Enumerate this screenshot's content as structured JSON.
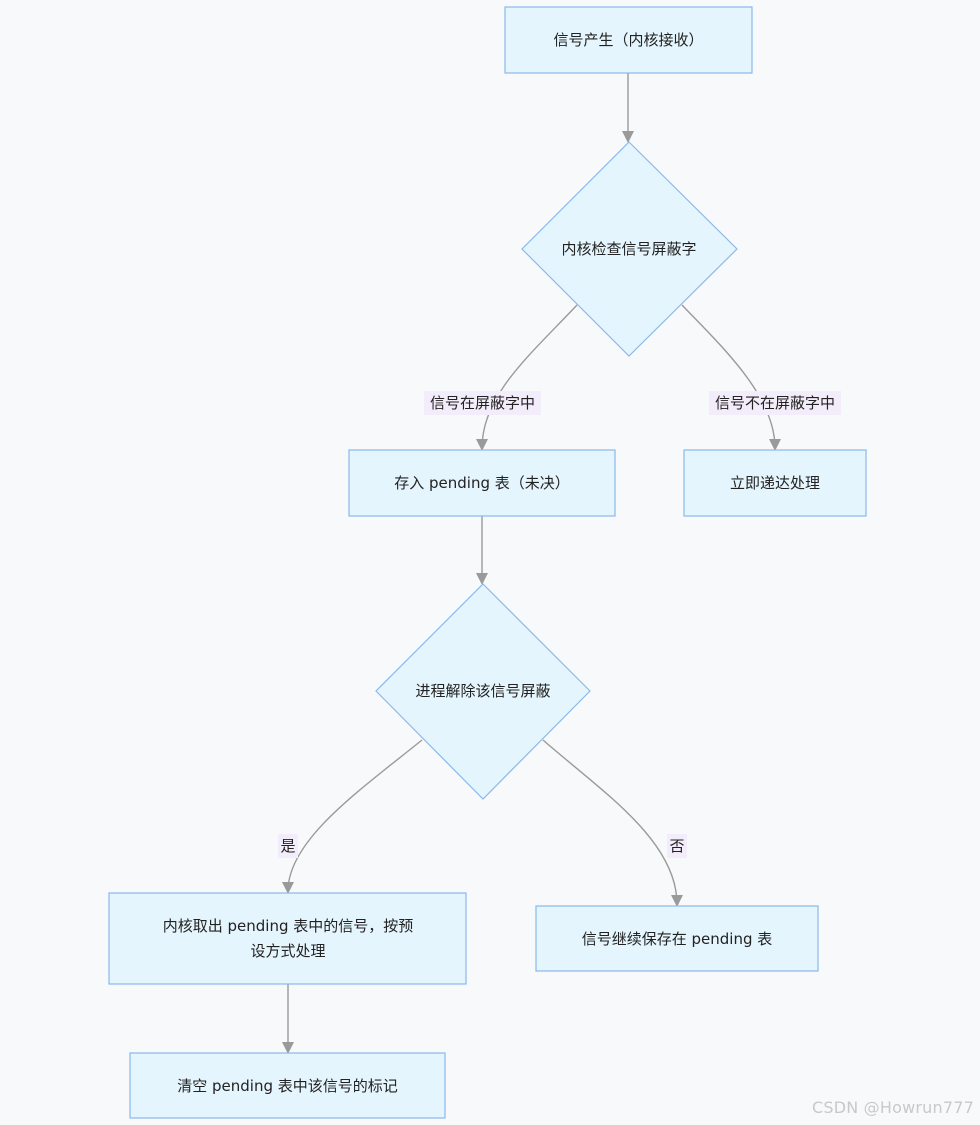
{
  "diagram": {
    "colors": {
      "node_fill": "#e5f5fd",
      "node_stroke": "#8ab9ec",
      "edge": "#9a9a9a",
      "label_bg": "#f3ecfa",
      "background": "#f8f9fb"
    },
    "nodes": {
      "signal_generated": "信号产生（内核接收）",
      "check_mask": "内核检查信号屏蔽字",
      "store_pending": "存入 pending 表（未决）",
      "deliver_now": "立即递达处理",
      "unmask": "进程解除该信号屏蔽",
      "take_out_line1": "内核取出 pending 表中的信号，按预",
      "take_out_line2": "设方式处理",
      "keep_pending": "信号继续保存在 pending 表",
      "clear_flag": "清空 pending 表中该信号的标记"
    },
    "edge_labels": {
      "in_mask": "信号在屏蔽字中",
      "not_in_mask": "信号不在屏蔽字中",
      "yes": "是",
      "no": "否"
    }
  },
  "watermark": "CSDN @Howrun777"
}
